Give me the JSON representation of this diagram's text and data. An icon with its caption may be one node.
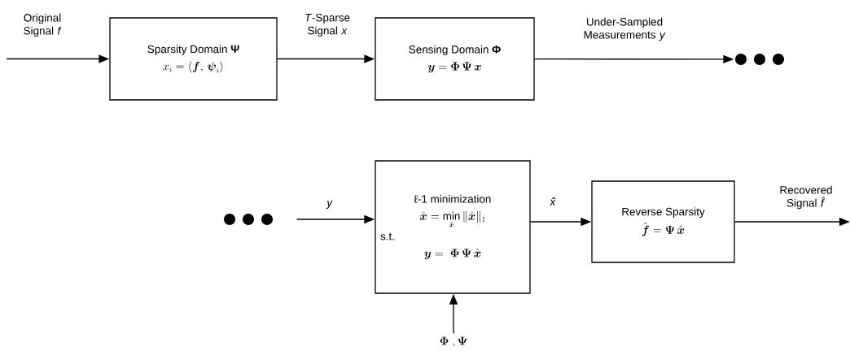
{
  "diagram": {
    "nodes": [
      {
        "text": [
          "Sparsity Domain **Ψ**",
          "x_i = \\langle \\boldsymbol{f},\\, \\boldsymbol{\\psi}_i \\rangle"
        ]
      },
      {
        "text": [
          "Sensing Domain **Φ**",
          "\\boldsymbol{y} = \\boldsymbol{\\Phi}\\,\\boldsymbol{\\Psi}\\,\\boldsymbol{x}"
        ]
      },
      {
        "text": [],
        "shape": "dots"
      },
      {
        "text": [],
        "shape": "dots"
      },
      {
        "text": [
          "ℓ-1 minimization",
          "\\hat{\\boldsymbol{x}} = \\min\\limits_{\\hat{\\boldsymbol{x}}} \\|\\hat{\\boldsymbol{x}}\\|_1",
          "s.t.",
          "\\boldsymbol{y} = \\;\\boldsymbol{\\Phi}\\,\\boldsymbol{\\Psi}\\,\\hat{\\boldsymbol{x}}"
        ]
      },
      {
        "text": [
          "Reverse Sparsity",
          "\\hat{\\boldsymbol{f}} = \\boldsymbol{\\Psi}\\,\\hat{\\boldsymbol{x}}"
        ]
      },
      {
        "text": [
          "\\boldsymbol{\\Phi}\\;,\\boldsymbol{\\Psi}"
        ]
      }
    ],
    "edges": [
      {
        "from": null,
        "to": 0,
        "arrow": "to",
        "label": "Original Signal *f*"
      },
      {
        "from": 0,
        "to": 1,
        "arrow": "to",
        "label": "*T*-Sparse Signal *x*"
      },
      {
        "from": 1,
        "to": 2,
        "arrow": "to",
        "label": "Under-Sampled Measurements *y*"
      },
      {
        "from": 3,
        "to": 4,
        "arrow": "to",
        "label": "*y*"
      },
      {
        "from": 4,
        "to": 5,
        "arrow": "to",
        "label": "*x̂*"
      },
      {
        "from": 5,
        "to": null,
        "arrow": "to",
        "label": "Recovered Signal *f̂*"
      },
      {
        "from": 6,
        "to": 4,
        "arrow": "to"
      }
    ]
  }
}
